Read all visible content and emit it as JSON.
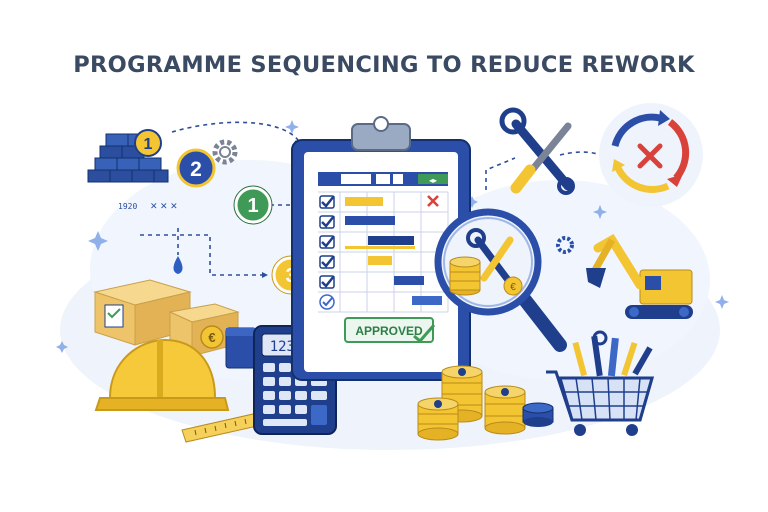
{
  "title": "PROGRAMME SEQUENCING TO REDUCE REWORK",
  "badges": {
    "first": "1",
    "second": "2",
    "third": "3"
  },
  "brick_note": "1920",
  "calculator_display": "123456",
  "stamp_text": "APPROVED",
  "coin_symbol": "€",
  "box_symbol": "€",
  "icons": [
    "bricks-icon",
    "gear-icon",
    "wrench-screwdriver-icon",
    "cycle-arrows-icon",
    "clipboard-icon",
    "magnifier-icon",
    "excavator-icon",
    "shopping-cart-icon",
    "hard-hat-icon",
    "cardboard-boxes-icon",
    "calculator-icon",
    "coin-stack-icon",
    "tape-measure-icon",
    "water-drop-icon",
    "x-mark-icon",
    "checkmark-icon"
  ],
  "colors": {
    "navy": "#1f3f8c",
    "blue": "#3c68c8",
    "yellow": "#f3c533",
    "green": "#3f9a57",
    "red": "#d9423b",
    "title": "#3a4a63"
  }
}
